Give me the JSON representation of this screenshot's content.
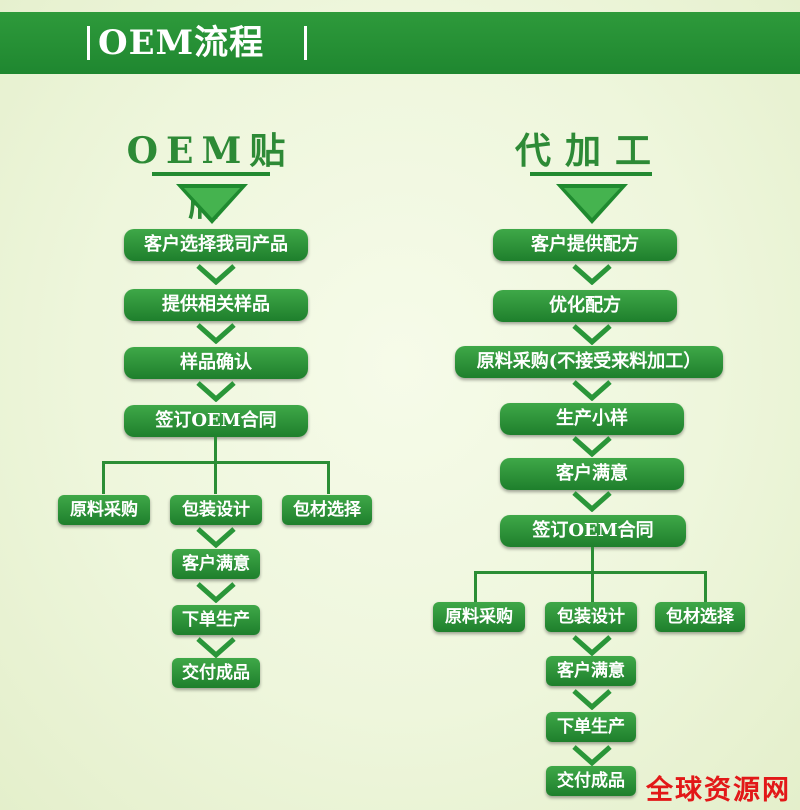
{
  "banner": {
    "title": "OEM流程"
  },
  "left": {
    "heading": "OEM贴牌",
    "steps": [
      "客户选择我司产品",
      "提供相关样品",
      "样品确认",
      "签订OEM合同"
    ],
    "branches": [
      "原料采购",
      "包装设计",
      "包材选择"
    ],
    "after": [
      "客户满意",
      "下单生产",
      "交付成品"
    ]
  },
  "right": {
    "heading": "代加工",
    "steps": [
      "客户提供配方",
      "优化配方",
      "原料采购(不接受来料加工）",
      "生产小样",
      "客户满意",
      "签订OEM合同"
    ],
    "branches": [
      "原料采购",
      "包装设计",
      "包材选择"
    ],
    "after": [
      "客户满意",
      "下单生产",
      "交付成品"
    ]
  },
  "watermark": "全球资源网",
  "colors": {
    "green": "#2a9639",
    "dark_green": "#1e7f2c",
    "background": "#eef6dc",
    "watermark": "#e21818"
  }
}
